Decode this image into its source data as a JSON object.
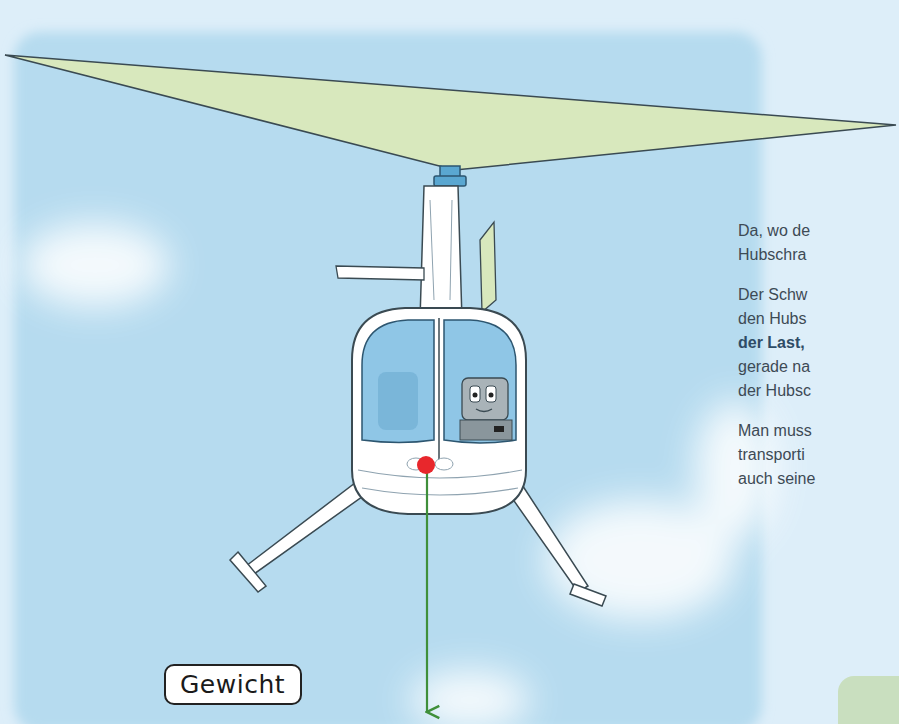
{
  "diagram": {
    "nodes": [
      {
        "text": [
          "Gewicht"
        ]
      }
    ],
    "labels": [
      "Da, wo de",
      "Hubschra",
      "Der Schw",
      "den Hubs",
      "der Last,",
      "gerade na",
      "der Hubsc",
      "Man muss",
      "transporti",
      "auch seine"
    ]
  }
}
